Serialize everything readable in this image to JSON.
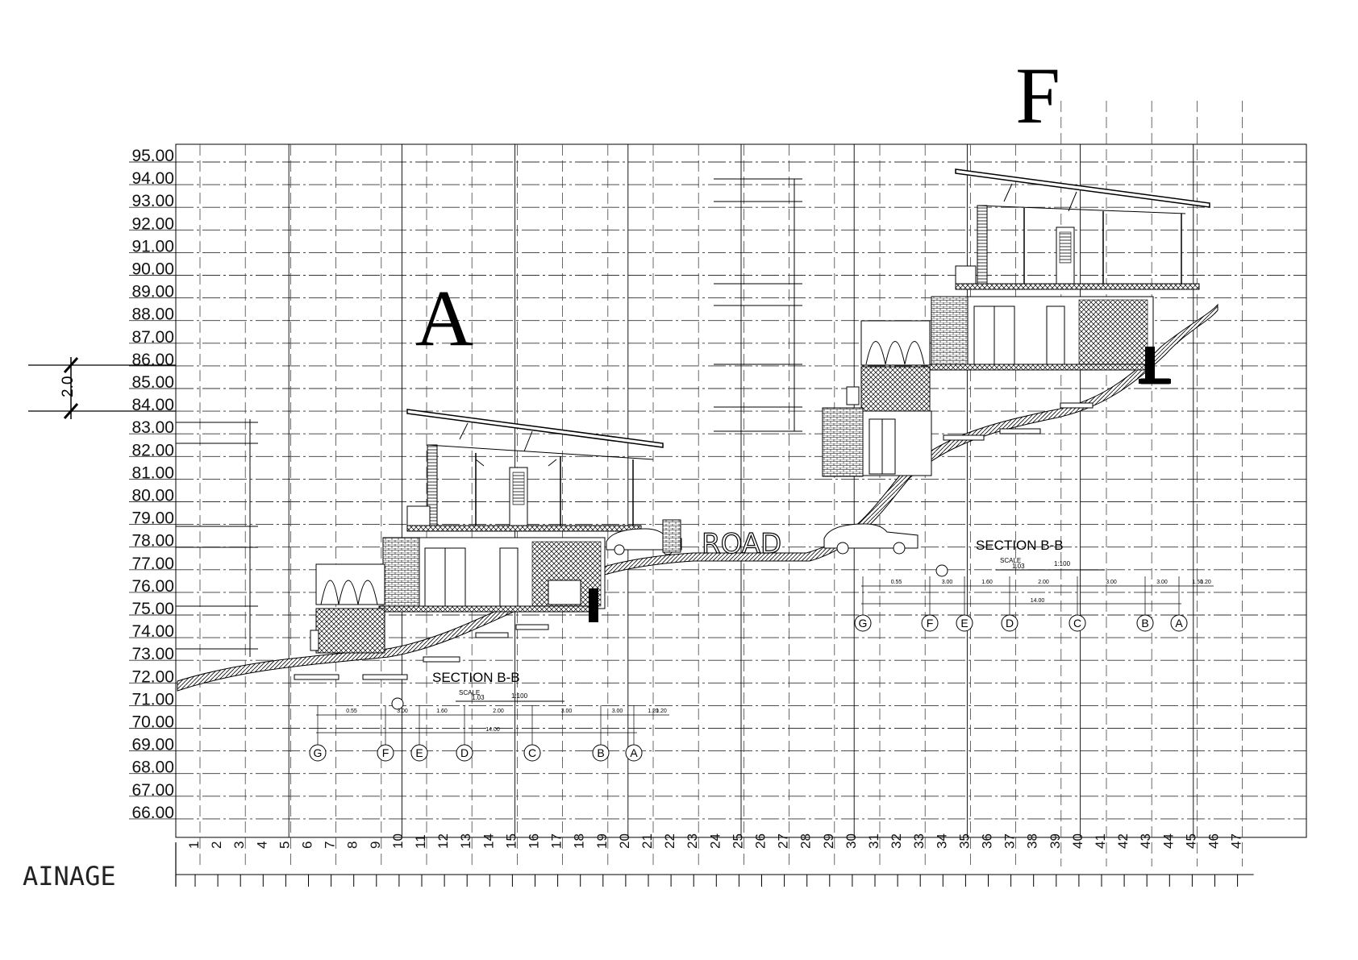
{
  "drawing": {
    "big_letter_left": "A",
    "big_letter_right": "F",
    "road_label": "ROAD",
    "drainage_label": "AINAGE",
    "vertical_scale_label": "2.0",
    "elevations": [
      "95.00",
      "94.00",
      "93.00",
      "92.00",
      "91.00",
      "90.00",
      "89.00",
      "88.00",
      "87.00",
      "86.00",
      "85.00",
      "84.00",
      "83.00",
      "82.00",
      "81.00",
      "80.00",
      "79.00",
      "78.00",
      "77.00",
      "76.00",
      "75.00",
      "74.00",
      "73.00",
      "72.00",
      "71.00",
      "70.00",
      "69.00",
      "68.00",
      "67.00",
      "66.00"
    ],
    "stations": [
      "1",
      "2",
      "3",
      "4",
      "5",
      "6",
      "7",
      "8",
      "9",
      "10",
      "11",
      "12",
      "13",
      "14",
      "15",
      "16",
      "17",
      "18",
      "19",
      "20",
      "21",
      "22",
      "23",
      "24",
      "25",
      "26",
      "27",
      "28",
      "29",
      "30",
      "31",
      "32",
      "33",
      "34",
      "35",
      "36",
      "37",
      "38",
      "39",
      "40",
      "41",
      "42",
      "43",
      "44",
      "45",
      "46",
      "47"
    ]
  },
  "section_left": {
    "title": "SECTION    B-B",
    "scale_word": "SCALE",
    "scale_value": "1:100",
    "ref": "1.03",
    "grid_letters": [
      "G",
      "F",
      "E",
      "D",
      "C",
      "B",
      "A"
    ],
    "dims": [
      "0.55",
      "3.00",
      "1.60",
      "2.00",
      "3.00",
      "3.00",
      "1.20",
      "14.00",
      "1.20"
    ]
  },
  "section_right": {
    "title": "SECTION    B-B",
    "scale_word": "SCALE",
    "scale_value": "1:100",
    "ref": "1.03",
    "grid_letters": [
      "G",
      "F",
      "E",
      "D",
      "C",
      "B",
      "A"
    ],
    "dims": [
      "0.55",
      "3.00",
      "1.60",
      "2.00",
      "3.00",
      "3.00",
      "1.50",
      "14.00",
      "1.20"
    ]
  }
}
